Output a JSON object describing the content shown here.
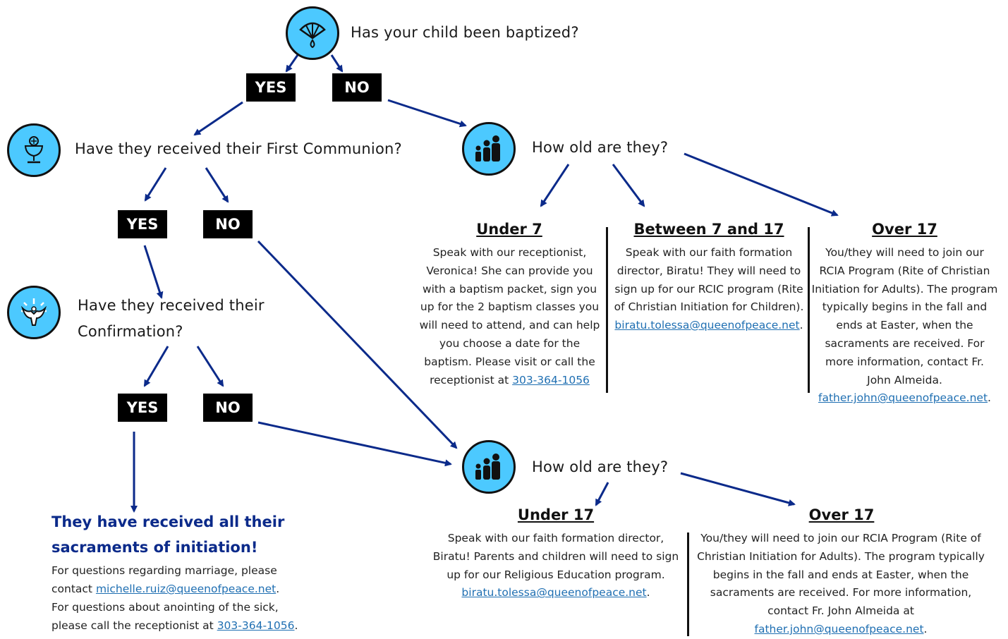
{
  "q_baptized": "Has your child been baptized?",
  "q_communion": "Have they received their First Communion?",
  "q_confirmation_l1": "Have they received their",
  "q_confirmation_l2": "Confirmation?",
  "q_age_top": "How old are they?",
  "q_age_bottom": "How old are they?",
  "yes": "YES",
  "no": "NO",
  "under7": {
    "title": "Under 7",
    "lines": [
      "Speak with our receptionist,",
      "Veronica! She can provide you",
      "with a baptism packet, sign you",
      "up for the 2 baptism classes you",
      "will need to attend, and can help",
      "you choose a date for the",
      "baptism. Please visit or call the"
    ],
    "last_prefix": "receptionist at ",
    "phone": "303-364-1056"
  },
  "between": {
    "title": "Between 7 and 17",
    "lines": [
      "Speak with our faith formation",
      "director, Biratu! They will need to",
      "sign up for our RCIC program (Rite",
      "of Christian Initiation for Children)."
    ],
    "email": "biratu.tolessa@queenofpeace.net",
    "email_suffix": "."
  },
  "over17_top": {
    "title": "Over 17",
    "lines": [
      "You/they will need to join our",
      "RCIA Program (Rite of Christian",
      "Initiation for Adults). The program",
      "typically begins in the fall and",
      "ends at Easter, when the",
      "sacraments are received. For",
      "more information, contact Fr.",
      "John Almeida."
    ],
    "email": "father.john@queenofpeace.net",
    "email_suffix": "."
  },
  "under17": {
    "title": "Under 17",
    "lines": [
      "Speak with our faith formation director,",
      "Biratu! Parents and children will need to sign",
      "up for our Religious Education program."
    ],
    "email": "biratu.tolessa@queenofpeace.net",
    "email_suffix": "."
  },
  "over17_bottom": {
    "title": "Over 17",
    "lines": [
      "You/they will need to join our RCIA Program (Rite of",
      "Christian Initiation for Adults). The program typically",
      "begins in the fall and ends at Easter, when the",
      "sacraments are received. For more information,",
      "contact Fr. John Almeida at"
    ],
    "email": "father.john@queenofpeace.net",
    "email_suffix": "."
  },
  "final": {
    "title_l1": "They have received all their",
    "title_l2": "sacraments of initiation!",
    "l1": "For questions regarding marriage, please",
    "l2_prefix": "contact ",
    "marriage_email": "michelle.ruiz@queenofpeace.net",
    "l2_suffix": ".",
    "l3": "For questions about anointing of the sick,",
    "l4_prefix": "please call the receptionist at ",
    "phone": "303-364-1056",
    "l4_suffix": "."
  },
  "colors": {
    "arrow": "#0b2a8a",
    "icon_fill": "#4cc9ff",
    "link": "#1f6fb2",
    "final_title": "#0b2a8a"
  },
  "icons": [
    "shell-water-icon",
    "chalice-icon",
    "family-icon",
    "dove-icon",
    "family-icon"
  ]
}
